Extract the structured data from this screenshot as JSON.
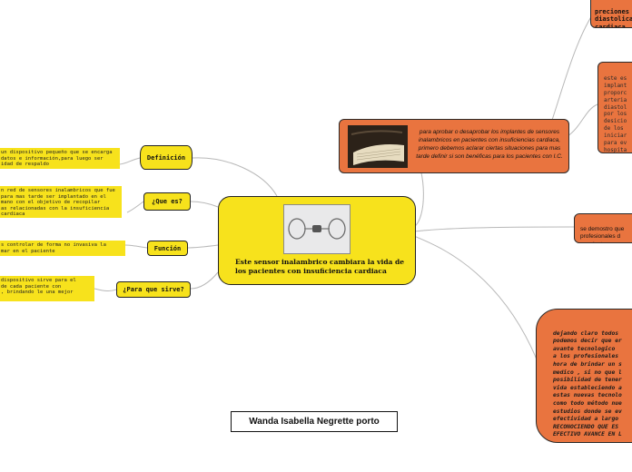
{
  "central": {
    "title": "Este sensor inalambrico cambiara la vida de los pacientes con insuficiencia cardiaca",
    "image_label": "sensor-image"
  },
  "branches": {
    "definicion": "Definición",
    "que_es": "¿Que es?",
    "funcion": "Función",
    "para_que": "¿Para que sirve?"
  },
  "notes": {
    "definicion": "un dispositivo pequeño que se encarga\ndatos e información,para luego ser\nidad de respaldo",
    "que_es": "n red de sensores inalambricos que fue\n para mas tarde  ser implantado en el\nmano con el objetivo de recopilar\nas  relacionadas con la insuficiencia\n            cardiaca",
    "funcion": "s controlar  de forma no invasiva la\nmar en el paciente",
    "para_que": "dispositivo sirve para el\nde cada paciente con\n, brindando le una mejor"
  },
  "right": {
    "top_text": "preciones\ndiastolica\ncardiaca",
    "image_node_text": "para aprobar  o desaprobar los implantes de sensores inalambricos en pacientes con insuficiencias cardiaca, primero debemos aclarar ciertas situaciones para mas tarde  definir si son benéficas para los pacientes con I.C.",
    "mid_text": "este es\nimplant\nproporc\narteria\ndiastol\npor los\ndesicio\nde los\niniciar\npara ev\nhospita",
    "demo_text": "se demostro que\nprofesionales d\npancientes  con",
    "conclusion_text": "dejando claro todos\npodemos decir que er\navante tecnologico\na los profesionales\nhora de brindar un s\nmedico , si no que l\nposibilidad de tener\nvida estableciendo a\nestas nuevas tecnolo\ncomo todo método nue\nestudios donde se ev\nefectividad a largo\nRECONOCIENDO QUE ES\nEFECTIVO AVANCE EN L"
  },
  "author": "Wanda Isabella Negrette  porto"
}
